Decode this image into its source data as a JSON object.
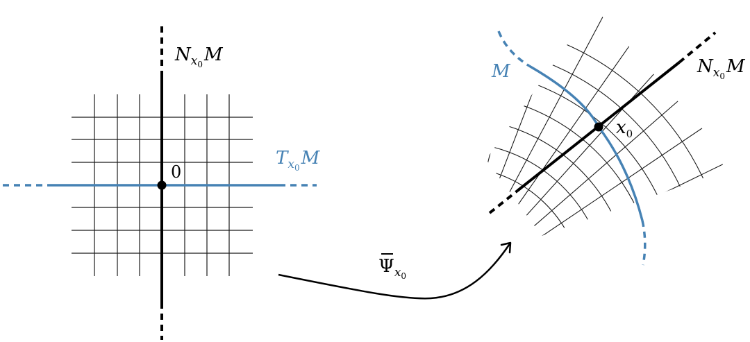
{
  "colors": {
    "ink": "#000000",
    "accent": "#4682b4",
    "grid": "#1a1a1a",
    "background": "#ffffff"
  },
  "left_panel": {
    "normal_space": {
      "sym": "N",
      "sub": "x",
      "subsub": "0",
      "tail": "M"
    },
    "tangent_space": {
      "sym": "T",
      "sub": "x",
      "subsub": "0",
      "tail": "M"
    },
    "origin_label": "0"
  },
  "map": {
    "sym": "Ψ",
    "sub": "x",
    "subsub": "0"
  },
  "right_panel": {
    "manifold_label": "M",
    "normal_space": {
      "sym": "N",
      "sub": "x",
      "subsub": "0",
      "tail": "M"
    },
    "point": {
      "sym": "x",
      "sub": "0"
    }
  }
}
